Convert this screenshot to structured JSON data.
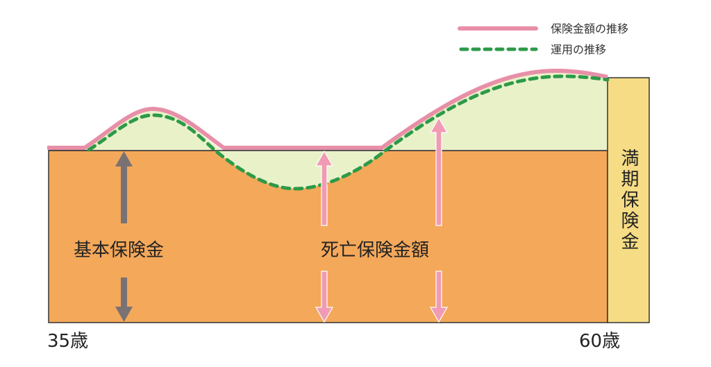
{
  "legend": {
    "insurance_amount": "保険金額の推移",
    "investment": "運用の推移"
  },
  "labels": {
    "basic_insurance": "基本保険金",
    "death_benefit": "死亡保険金額",
    "maturity_benefit": "満期保険金",
    "maturity_chars": [
      "満",
      "期",
      "保",
      "険",
      "金"
    ]
  },
  "axis": {
    "start_age": "35歳",
    "end_age": "60歳"
  },
  "colors": {
    "base": "#f4a85a",
    "maturity": "#f6dc84",
    "growth_fill": "#e9f1c9",
    "insurance_line": "#e88fa8",
    "investment_line": "#2d9a48",
    "gray_arrow": "#7a7272",
    "pink_arrow": "#f09bb3"
  }
}
